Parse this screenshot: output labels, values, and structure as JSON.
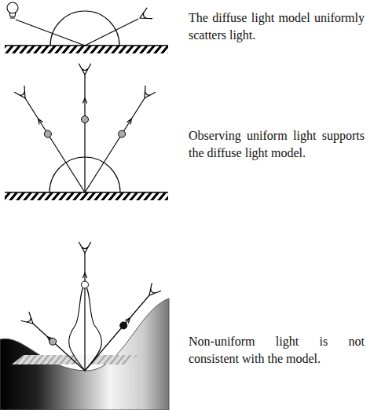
{
  "diagram": {
    "labels": [
      "The diffuse light model uniformly scatters light.",
      "Observing uniform light supports the diffuse light model.",
      "Non-uniform light is not consistent with the model."
    ]
  }
}
